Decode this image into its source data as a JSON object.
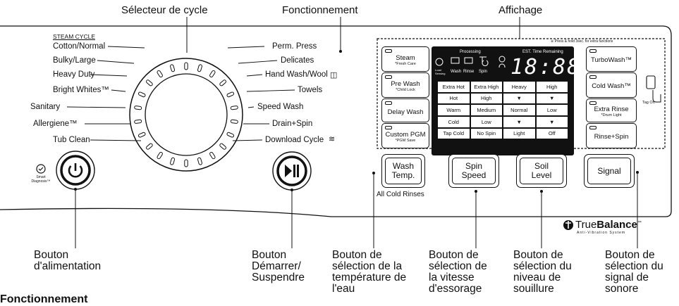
{
  "top_labels": {
    "cycle_selector": "Sélecteur de cycle",
    "operation": "Fonctionnement",
    "display": "Affichage"
  },
  "steam_cycle_heading": "STEAM CYCLE",
  "left_cycles": [
    "Cotton/Normal",
    "Bulky/Large",
    "Heavy Duty",
    "Bright Whites™",
    "Sanitary",
    "Allergiene™",
    "Tub Clean"
  ],
  "right_cycles": [
    "Perm. Press",
    "Delicates",
    "Hand Wash/Wool",
    "Towels",
    "Speed Wash",
    "Drain+Spin",
    "Download Cycle"
  ],
  "smart_diagnosis": "Smart Diagnosis™",
  "press_hold_note": "※ Press & hold 3sec. for extra functions",
  "display_panel": {
    "processing": "Processing",
    "est_time": "EST. Time Remaining",
    "stage_icons": [
      "Load Sensing",
      "Wash",
      "Rinse",
      "Spin"
    ],
    "time": "18:88",
    "grid": [
      [
        "Extra Hot",
        "Extra High",
        "Heavy",
        "High"
      ],
      [
        "Hot",
        "High",
        "▼",
        "▼"
      ],
      [
        "Warm",
        "Medium",
        "Normal",
        "Low"
      ],
      [
        "Cold",
        "Low",
        "▼",
        "▼"
      ],
      [
        "Tap Cold",
        "No Spin",
        "Light",
        "Off"
      ]
    ]
  },
  "left_side_buttons": [
    {
      "label": "Steam",
      "sub": "*Fresh Care"
    },
    {
      "label": "Pre Wash",
      "sub": "*Child Lock"
    },
    {
      "label": "Delay Wash",
      "sub": ""
    },
    {
      "label": "Custom PGM",
      "sub": "*PGM Save"
    }
  ],
  "right_side_buttons": [
    {
      "label": "TurboWash™",
      "sub": ""
    },
    {
      "label": "Cold Wash™",
      "sub": ""
    },
    {
      "label": "Extra Rinse",
      "sub": "*Drum Light"
    },
    {
      "label": "Rinse+Spin",
      "sub": ""
    }
  ],
  "tag_on": "Tag On",
  "buttons": {
    "wash_temp": "Wash Temp.",
    "spin_speed": "Spin Speed",
    "soil_level": "Soil Level",
    "signal": "Signal",
    "all_cold_rinses": "All Cold Rinses"
  },
  "brand": {
    "name_a": "True",
    "name_b": "Balance",
    "tm": "™",
    "tagline": "Anti-Vibration System"
  },
  "captions": {
    "power": "Bouton d'alimentation",
    "start_pause": "Bouton Démarrer/ Suspendre",
    "temp": "Bouton de sélection de la température de l'eau",
    "spin": "Bouton de sélection de la vitesse d'essorage",
    "soil": "Bouton de sélection du niveau de souillure",
    "signal": "Bouton de sélection du signal de sonore"
  },
  "section_heading": "Fonctionnement"
}
